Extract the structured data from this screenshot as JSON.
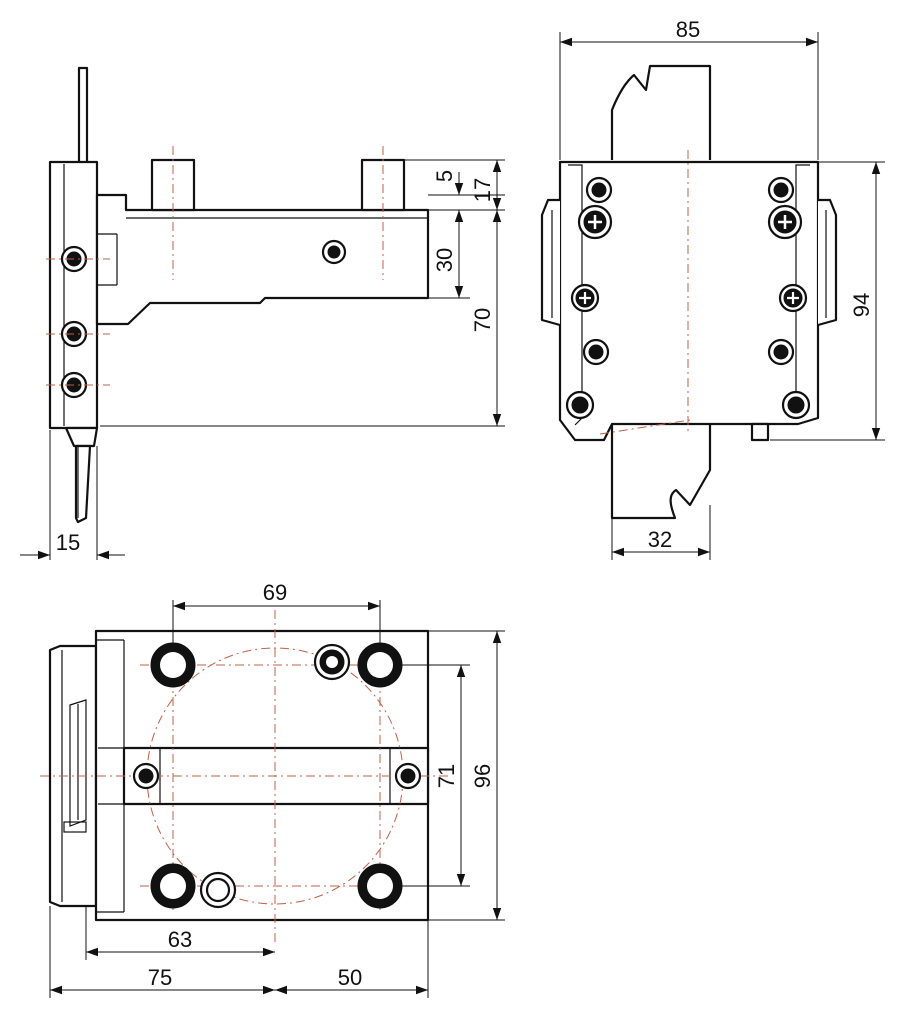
{
  "dimensions": {
    "side_view": {
      "width": "15",
      "d5": "5",
      "d17": "17",
      "d30": "30",
      "d70": "70"
    },
    "front_view": {
      "width": "85",
      "height": "94",
      "shank": "32"
    },
    "top_view": {
      "bolt_spacing_x": "69",
      "bolt_spacing_y": "71",
      "height": "96",
      "d63": "63",
      "d75": "75",
      "d50": "50"
    }
  }
}
